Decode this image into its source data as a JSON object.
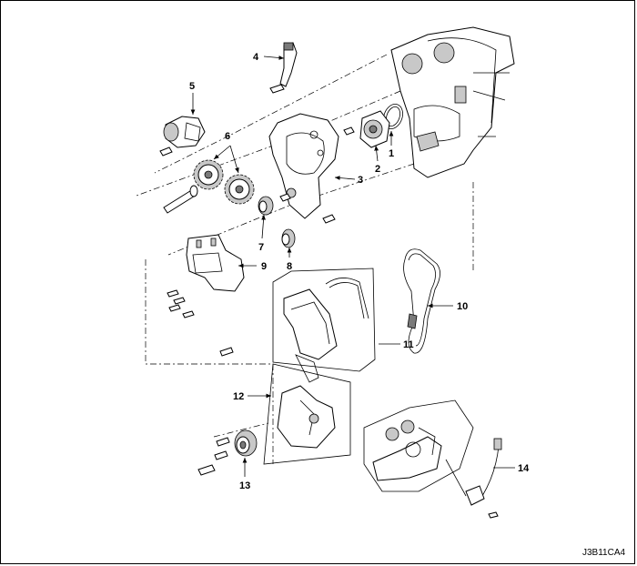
{
  "callouts": [
    "1",
    "2",
    "3",
    "4",
    "5",
    "6",
    "7",
    "8",
    "9",
    "10",
    "11",
    "12",
    "13",
    "14"
  ],
  "figure_code": "J3B11CA4"
}
